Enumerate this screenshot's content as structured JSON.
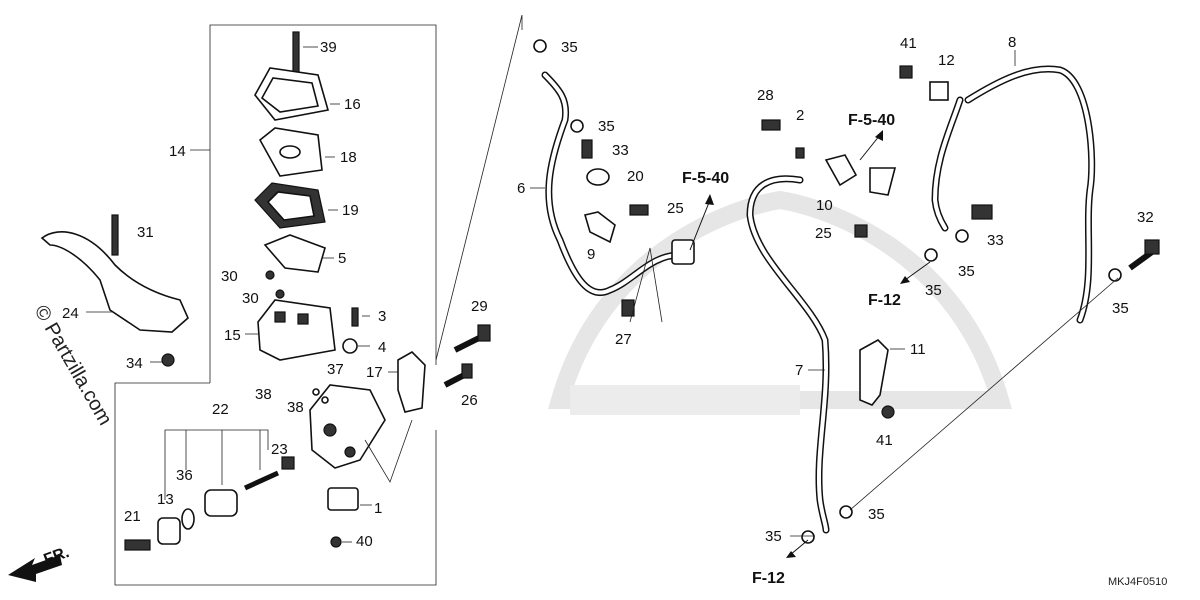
{
  "diagram": {
    "watermark": "© Partzilla.com",
    "direction_label": "FR.",
    "diagram_code": "MKJ4F0510",
    "references": {
      "f540_a": "F-5-40",
      "f540_b": "F-5-40",
      "f12_a": "F-12",
      "f12_b": "F-12"
    },
    "callouts": {
      "c1": "1",
      "c2": "2",
      "c3": "3",
      "c4": "4",
      "c5": "5",
      "c6": "6",
      "c7": "7",
      "c8": "8",
      "c9": "9",
      "c10": "10",
      "c11": "11",
      "c12": "12",
      "c13": "13",
      "c14": "14",
      "c15": "15",
      "c16": "16",
      "c17": "17",
      "c18": "18",
      "c19": "19",
      "c20": "20",
      "c21": "21",
      "c22": "22",
      "c23": "23",
      "c24": "24",
      "c25a": "25",
      "c25b": "25",
      "c26": "26",
      "c27": "27",
      "c28": "28",
      "c29": "29",
      "c30a": "30",
      "c30b": "30",
      "c31": "31",
      "c32": "32",
      "c33a": "33",
      "c33b": "33",
      "c34": "34",
      "c35a": "35",
      "c35b": "35",
      "c35c": "35",
      "c35d": "35",
      "c35e": "35",
      "c35f": "35",
      "c35g": "35",
      "c36": "36",
      "c37": "37",
      "c38a": "38",
      "c38b": "38",
      "c39": "39",
      "c40": "40",
      "c41a": "41",
      "c41b": "41"
    }
  }
}
